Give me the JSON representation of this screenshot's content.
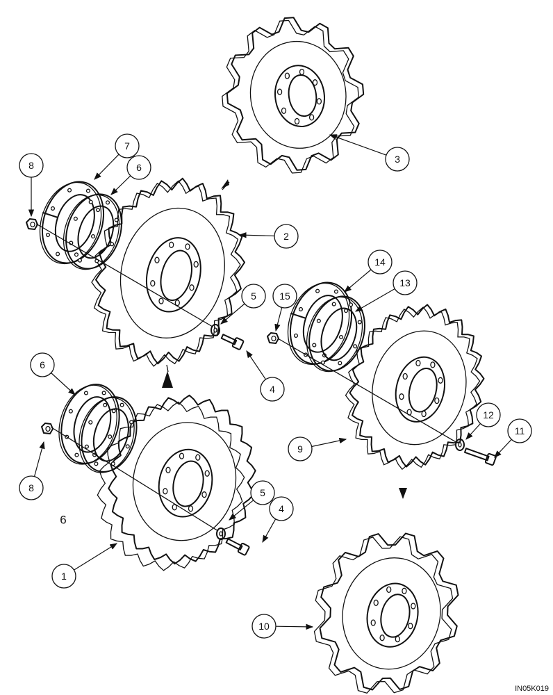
{
  "callouts": [
    {
      "text": "1"
    },
    {
      "text": "2"
    },
    {
      "text": "3"
    },
    {
      "text": "4"
    },
    {
      "text": "4"
    },
    {
      "text": "5"
    },
    {
      "text": "5"
    },
    {
      "text": "6"
    },
    {
      "text": "6"
    },
    {
      "text": "7"
    },
    {
      "text": "8"
    },
    {
      "text": "8"
    },
    {
      "text": "9"
    },
    {
      "text": "10"
    },
    {
      "text": "11"
    },
    {
      "text": "12"
    },
    {
      "text": "13"
    },
    {
      "text": "14"
    },
    {
      "text": "15"
    }
  ],
  "free_label": "6",
  "figure_id": "IN05K019"
}
